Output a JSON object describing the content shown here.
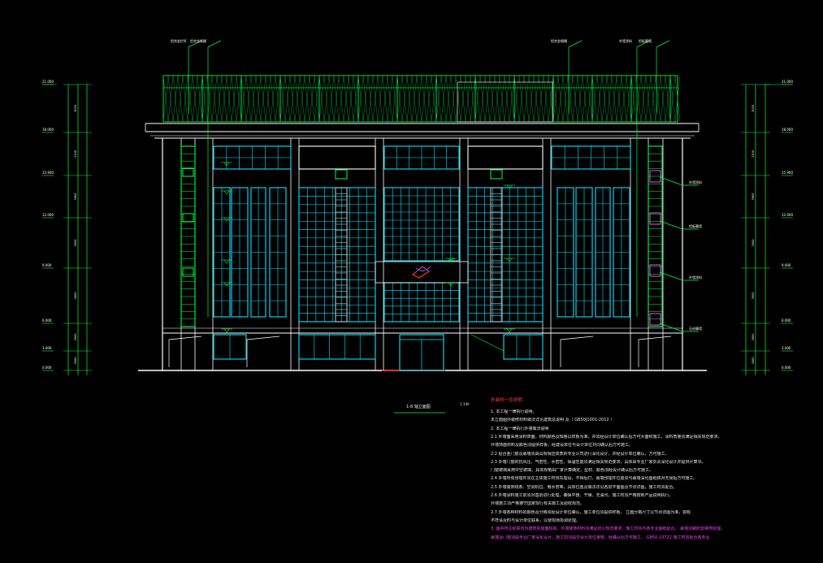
{
  "drawing": {
    "title": "1-8 轴立面图",
    "scale": "1:100",
    "colors": {
      "background": "#000000",
      "outline": "#ffffff",
      "glazing": "#00e5ff",
      "dimension": "#00ff3c",
      "roof_screen": "#00d84a",
      "accent": "#ff40ff",
      "ground": "#ff2020"
    }
  },
  "levels_left": [
    "21.000",
    "18.000",
    "15.900",
    "12.000",
    "9.000",
    "6.000",
    "3.000",
    "0.000"
  ],
  "levels_right": [
    "21.000",
    "18.000",
    "15.900",
    "12.000",
    "9.000",
    "6.000",
    "3.000",
    "0.000"
  ],
  "dims_left": [
    "3000",
    "2100",
    "3900",
    "3000",
    "3000",
    "3000",
    "3000",
    "3000"
  ],
  "dims_right": [
    "3000",
    "2100",
    "3900",
    "3000",
    "3000",
    "3000",
    "3000",
    "3000"
  ],
  "callouts_top": [
    "铝合金栏杆",
    "铝合金格栅",
    "铝合金格栅",
    "外墙涂料",
    "铝板幕墙"
  ],
  "callouts_right": [
    "外墙涂料",
    "铝板幕墙",
    "外墙涂料",
    "石材幕墙"
  ],
  "notes": {
    "heading": "外装修一览说明：",
    "lines": [
      {
        "text": "1.   本工程一律执行说明。",
        "style": "normal"
      },
      {
        "text": "       本立面图外装修材料做法详见建筑总说明     及（ GB50J1001-2012          ）",
        "style": "normal"
      },
      {
        "text": "2.   本工程一律执行外墙做法说明",
        "style": "normal"
      },
      {
        "text": "       2.1   外墙面采用涂料饰面，材料颜色及规格以样板为准，并须经设计单位确认后方可大面积施工，涂料质量须满足相关规范要求。",
        "style": "normal"
      },
      {
        "text": "       外墙饰面材料及颜色须提供样板，经建设单位与设计单位共同确认后方可施工。",
        "style": "normal"
      },
      {
        "text": "       2.2   铝合金门窗及幕墙须由具有相应资质的专业公司进行深化设计，并经设计单位确认，方可施工。",
        "style": "normal"
      },
      {
        "text": "       2.3   外墙门窗的抗风压、气密性、水密性、保温性能须满足相关规范要求，具体由专业厂家负责深化设计并提供计算书。",
        "style": "normal"
      },
      {
        "text": "       门窗玻璃采用中空玻璃，具体规格由厂家计算确定，型材、颜色须经设计确认后方可施工。",
        "style": "normal"
      },
      {
        "text": "       2.4   外墙所有预埋件须在主体施工时预先埋设，不得后打，幕墙预埋件位置须与幕墙深化图纸核对无误后方可施工。",
        "style": "normal"
      },
      {
        "text": "       2.5   外墙装饰线条、空调机位、雨水管等，具体位置及做法详见各层平面图及节点详图，施工时须配合。",
        "style": "normal"
      },
      {
        "text": "       2.6   外墙涂料施工前须对基层进行处理，确保平整、干燥、无油污，施工时须严格按照产品说明执行。",
        "style": "normal"
      },
      {
        "text": "       外墙施工须严格遵守国家现行有关施工及验收规范。",
        "style": "normal"
      },
      {
        "text": "       2.7   外墙各种材料的颜色及分格须经设计单位确认，施工单位须提供样板。                   立面分格尺寸以节点详图为准，如有",
        "style": "normal"
      },
      {
        "text": "       不符请及时与设计单位联系，以便现场协调处理。",
        "style": "normal"
      },
      {
        "text": "3.   图中所注标高均为建筑完成面标高，外墙装饰材料须满足防火规范要求，施工时须与各专业图纸配合。    幕墙须做防雷接地处理。",
        "style": "magenta"
      },
      {
        "text": "       幕墙及门窗须由专业厂家深化设计，施工前须提交设计单位审核，经确认后方可施工。   GB50-10722   施工时须配合各专业",
        "style": "magenta"
      }
    ]
  }
}
